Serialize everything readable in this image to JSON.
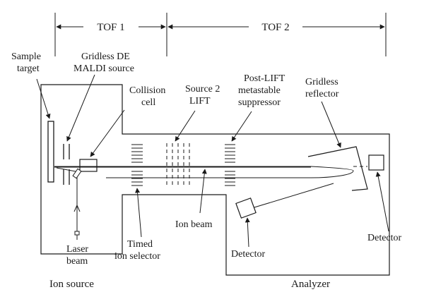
{
  "labels": {
    "tof1": "TOF 1",
    "tof2": "TOF 2",
    "sample_target_l1": "Sample",
    "sample_target_l2": "target",
    "gridless_de_l1": "Gridless DE",
    "gridless_de_l2": "MALDI source",
    "collision_l1": "Collision",
    "collision_l2": "cell",
    "source2_l1": "Source 2",
    "source2_l2": "LIFT",
    "postlift_l1": "Post-LIFT",
    "postlift_l2": "metastable",
    "postlift_l3": "suppressor",
    "gridless_refl_l1": "Gridless",
    "gridless_refl_l2": "reflector",
    "ion_beam": "Ion beam",
    "detector_bottom": "Detector",
    "detector_right": "Detector",
    "timed_l1": "Timed",
    "timed_l2": "ion selector",
    "laser_l1": "Laser",
    "laser_l2": "beam",
    "ion_source": "Ion source",
    "analyzer": "Analyzer"
  }
}
